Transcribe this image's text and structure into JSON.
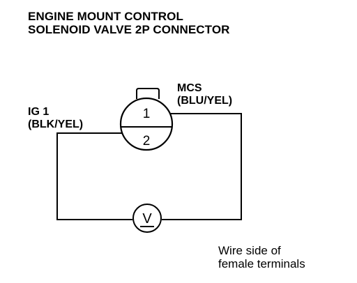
{
  "title": {
    "line1": "ENGINE MOUNT CONTROL",
    "line2": "SOLENOID VALVE 2P CONNECTOR"
  },
  "connector": {
    "terminal_top": "1",
    "terminal_bottom": "2"
  },
  "wires": {
    "left": {
      "name": "IG 1",
      "color_code": "(BLK/YEL)"
    },
    "right": {
      "name": "MCS",
      "color_code": "(BLU/YEL)"
    }
  },
  "meter": {
    "symbol": "V",
    "icon": "voltmeter-icon"
  },
  "note": {
    "line1": "Wire side of",
    "line2": "female terminals"
  }
}
